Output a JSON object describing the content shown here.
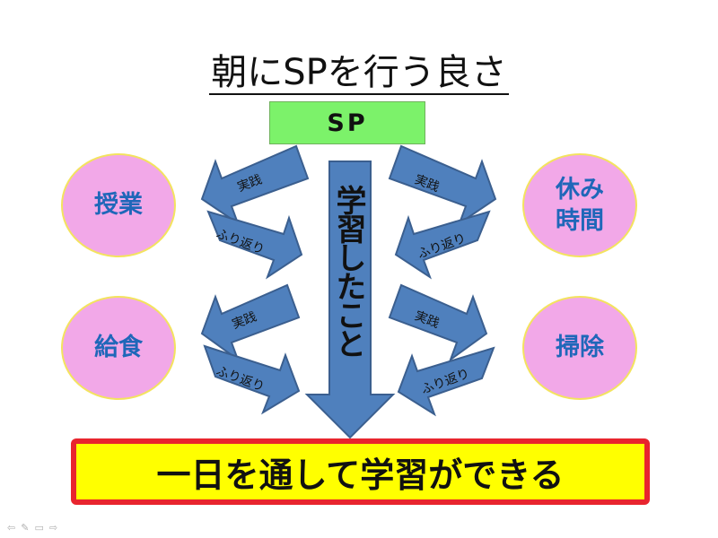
{
  "title": "朝にSPを行う良さ",
  "sp_box": "SP",
  "left_circles": [
    "授業",
    "給食"
  ],
  "right_circles": [
    "休み\n時間",
    "掃除"
  ],
  "arrows": {
    "practice": "実践",
    "reflection": "ふり返り"
  },
  "vertical_arrow_text": "学習したこと",
  "banner": "一日を通して学習ができる",
  "colors": {
    "arrow_fill": "#4f80bd",
    "arrow_stroke": "#3b5f8f",
    "circle_fill": "#f2a8e8",
    "circle_border": "#f3e35f",
    "circle_text": "#1f67b9",
    "sp_box_fill": "#7cf26a",
    "banner_fill": "#ffff00",
    "banner_border": "#e8252e"
  },
  "nav_icons": [
    "prev-icon",
    "pen-icon",
    "menu-icon",
    "next-icon"
  ]
}
